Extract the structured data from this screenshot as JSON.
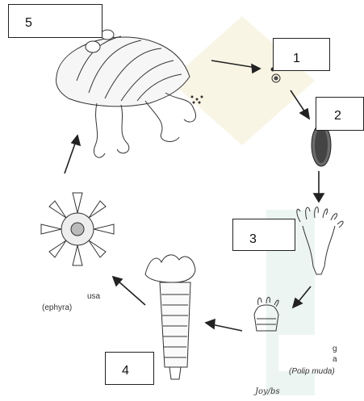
{
  "figure": {
    "labels": [
      "5",
      "1",
      "2",
      "3",
      "4"
    ],
    "captions": {
      "ephyra_partial": "usa",
      "ephyra": "(ephyra)",
      "polip_partial_g": "g",
      "polip_partial_a": "a",
      "polip_muda": "(Polip muda)",
      "signature": "Joy/bs"
    }
  }
}
